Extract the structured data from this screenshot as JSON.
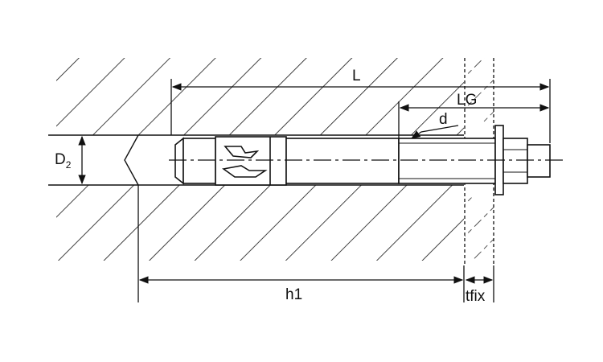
{
  "diagram": {
    "labels": {
      "L": "L",
      "LG": "LG",
      "d": "d",
      "D2_main": "D",
      "D2_sub": "2",
      "h1": "h1",
      "tfix": "tfix"
    }
  }
}
